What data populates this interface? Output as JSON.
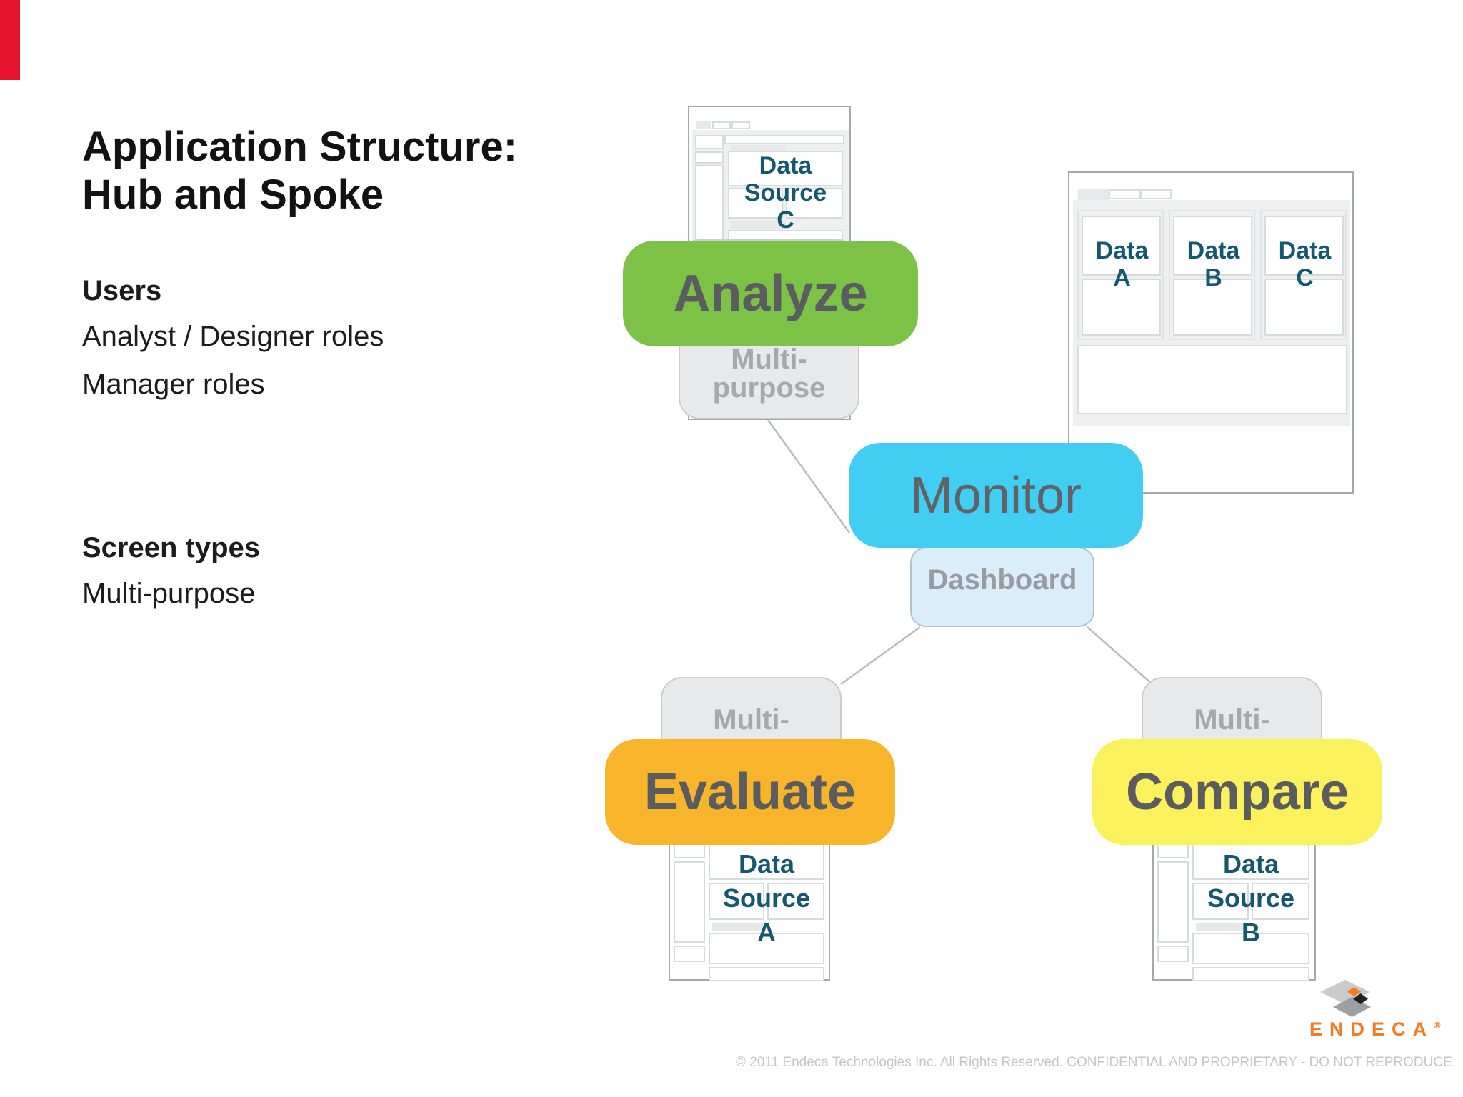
{
  "slide": {
    "accent_bar_color": "#e8142d",
    "title_line1": "Application Structure:",
    "title_line2": "Hub and Spoke",
    "users_heading": "Users",
    "users_item1": "Analyst / Designer roles",
    "users_item2": "Manager roles",
    "screen_types_heading": "Screen types",
    "screen_types_item1": "Multi-purpose"
  },
  "diagram": {
    "analyze": {
      "label": "Analyze",
      "color": "#7cc247",
      "screen_type_line1": "Multi-",
      "screen_type_line2": "purpose",
      "data_source_line1": "Data",
      "data_source_line2": "Source",
      "data_source_line3": "C"
    },
    "monitor": {
      "label": "Monitor",
      "color": "#42cef2",
      "screen_type": "Dashboard"
    },
    "monitor_screen": {
      "panel1_line1": "Data",
      "panel1_line2": "A",
      "panel2_line1": "Data",
      "panel2_line2": "B",
      "panel3_line1": "Data",
      "panel3_line2": "C"
    },
    "evaluate": {
      "label": "Evaluate",
      "color": "#f8b52c",
      "screen_type": "Multi-",
      "data_source_line1": "Data",
      "data_source_line2": "Source",
      "data_source_line3": "A"
    },
    "compare": {
      "label": "Compare",
      "color": "#faf15c",
      "screen_type": "Multi-",
      "data_source_line1": "Data",
      "data_source_line2": "Source",
      "data_source_line3": "B"
    }
  },
  "footer": {
    "copyright": "© 2011 Endeca Technologies Inc. All Rights Reserved.  CONFIDENTIAL AND PROPRIETARY - DO NOT REPRODUCE.",
    "logo_text": "ENDECA",
    "logo_registered": "®"
  }
}
